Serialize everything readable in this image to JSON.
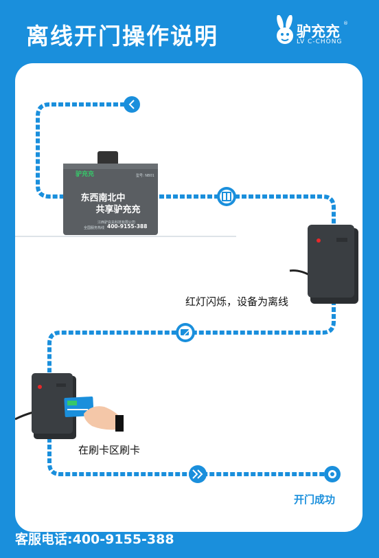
{
  "header": {
    "title": "离线开门操作说明"
  },
  "logo": {
    "name_cn": "驴充充",
    "name_en": "LV C-CHONG",
    "mark": "®"
  },
  "device_box": {
    "brand": "驴充充",
    "line1": "东西南北中",
    "line2": "共享驴充充",
    "company": "江西驴充充科技有限公司",
    "hotline_label": "全国服务热线",
    "phone": "400-9155-388",
    "model": "型号: NB01"
  },
  "steps": [
    {
      "label": "红灯闪烁，设备为离线"
    },
    {
      "label": "在刷卡区刷卡"
    },
    {
      "label": "开门成功"
    }
  ],
  "footer": {
    "label": "客服电话:",
    "phone": "400-9155-388"
  },
  "colors": {
    "brand_blue": "#1a8fdc",
    "panel": "#ffffff",
    "indicator_red": "#e8282a"
  },
  "icons": [
    "chevron-left-icon",
    "door-icon",
    "card-swipe-icon",
    "fast-forward-icon",
    "end-point-icon"
  ]
}
